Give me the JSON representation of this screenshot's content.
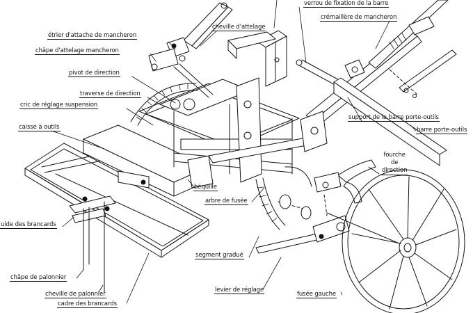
{
  "labels": {
    "verrou": "verrou de fixation de la barre",
    "cremaillere": "crémaillère de mancheron",
    "etrier": "étrier d'attache de mancheron",
    "cheville_attelage": "cheville d'attelage",
    "chape_attelage": "châpe d'attelage mancheron",
    "pivot": "pivot de direction",
    "traverse": "traverse de direction",
    "cric": "cric de réglage suspension",
    "caisse": "caisse à outils",
    "support_barre": "support de la barre porte-outils",
    "barre": "barre porte-outils",
    "fourche_1": "fourche",
    "fourche_2": "de",
    "fourche_3": "direction",
    "bequille": "béquille",
    "arbre": "arbre de fusée",
    "guide": "uide des brancards",
    "segment": "segment gradué",
    "chape_palonnier": "châpe de palonnier",
    "levier": "levier de réglage",
    "fusee": "fusée gauche",
    "cheville_palonnier": "cheville de palonnier",
    "cadre": "cadre des brancards"
  },
  "colors": {
    "ink": "#111111",
    "paper": "#ffffff"
  }
}
